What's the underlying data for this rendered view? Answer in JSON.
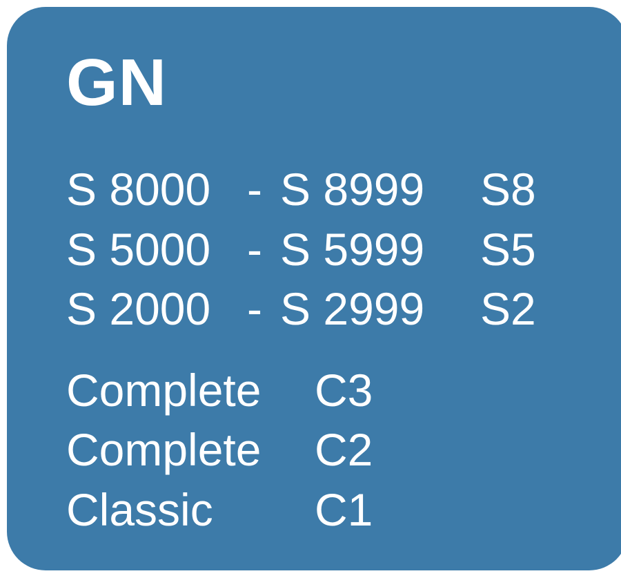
{
  "title": "GN",
  "ranges": [
    {
      "from": "S 8000",
      "dash": "-",
      "to": "S 8999",
      "code": "S8"
    },
    {
      "from": "S 5000",
      "dash": "-",
      "to": "S 5999",
      "code": "S5"
    },
    {
      "from": "S 2000",
      "dash": "-",
      "to": "S 2999",
      "code": "S2"
    }
  ],
  "models": [
    {
      "name": "Complete",
      "code": "C3"
    },
    {
      "name": "Complete",
      "code": "C2"
    },
    {
      "name": "Classic",
      "code": "C1"
    }
  ],
  "colors": {
    "card_background": "#3d7ba9",
    "text": "#ffffff",
    "page_background": "#ffffff"
  }
}
